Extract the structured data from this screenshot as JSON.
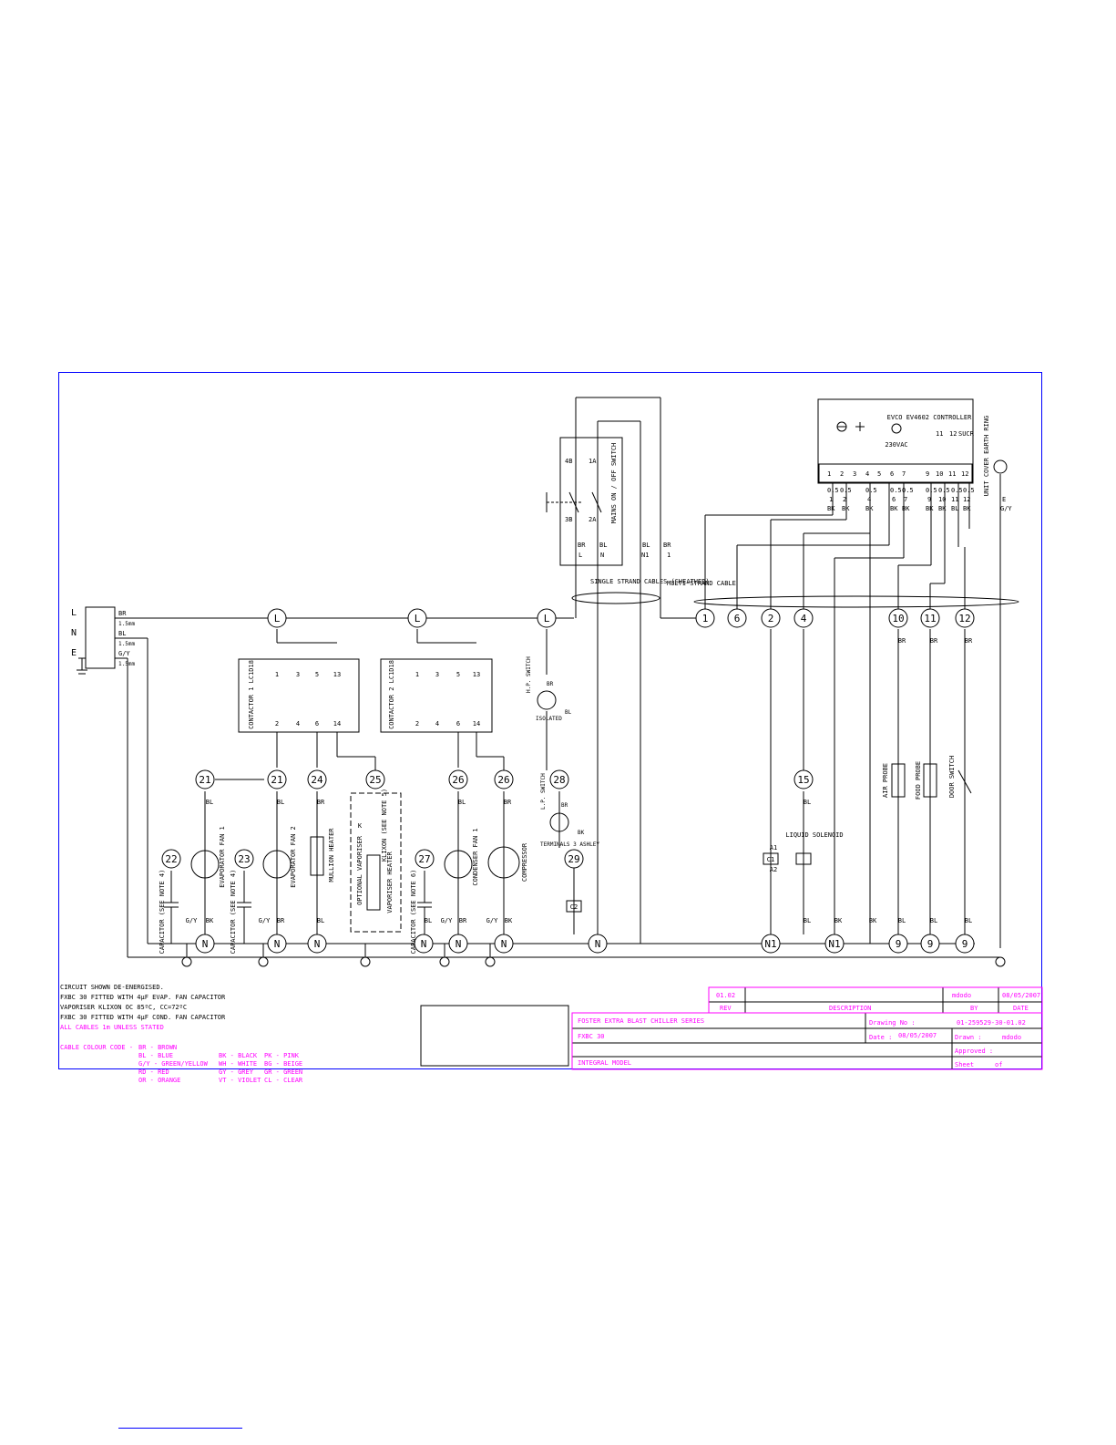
{
  "colors": {
    "wire": "#000000",
    "frame": "#0000ff",
    "note": "#ff00ff"
  },
  "supply": {
    "terminals": [
      "L",
      "N",
      "E"
    ],
    "wire_colors": [
      "BR",
      "BL",
      "G/Y"
    ],
    "sizes": [
      "1.5mm",
      "1.5mm",
      "1.5mm"
    ]
  },
  "mains_switch": {
    "label": "MAINS ON / OFF SWITCH",
    "terminals": [
      "4B",
      "1A",
      "3B",
      "2A"
    ],
    "wire_colors": [
      "BR",
      "BL",
      "BL",
      "BR"
    ],
    "tags": [
      "L",
      "N",
      "N1",
      "1"
    ]
  },
  "controller": {
    "title": "EVCO EV4602 CONTROLLER",
    "supply_label": "230VAC",
    "top_labels": [
      "11",
      "12",
      "SUCR"
    ],
    "terminals": [
      "1",
      "2",
      "3",
      "4",
      "5",
      "6",
      "7",
      "9",
      "10",
      "11",
      "12"
    ],
    "sizes": [
      "0.5",
      "0.5",
      "0.5",
      "0.5",
      "0.5",
      "0.5",
      "0.5",
      "0.5",
      "0.5"
    ],
    "tags": [
      "1",
      "2",
      "4",
      "6",
      "7",
      "9",
      "10",
      "11",
      "12"
    ],
    "colors": [
      "BK",
      "BK",
      "BK",
      "BK",
      "BK",
      "BK",
      "BK",
      "BL",
      "BK"
    ],
    "earth_label": "UNIT COVER EARTH RING",
    "earth_tag": "E",
    "earth_color": "G/Y"
  },
  "cables": {
    "single": "SINGLE STRAND CABLES (SHEATHED)",
    "multi": "MULTI-STRAND CABLE"
  },
  "top_nodes": [
    "L",
    "L",
    "L",
    "1",
    "6",
    "2",
    "4",
    "10",
    "11",
    "12"
  ],
  "contactor1": {
    "label": "CONTACTOR 1 LC1D18",
    "top": [
      "1",
      "3",
      "5",
      "13"
    ],
    "bottom": [
      "2",
      "4",
      "6",
      "14"
    ]
  },
  "contactor2": {
    "label": "CONTACTOR 2 LC1D18",
    "top": [
      "1",
      "3",
      "5",
      "13"
    ],
    "bottom": [
      "2",
      "4",
      "6",
      "14"
    ]
  },
  "hp_switch": {
    "label": "H.P. SWITCH",
    "note": "ISOLATED",
    "wire_colors": [
      "BR",
      "BL"
    ]
  },
  "lp_switch": {
    "label": "L.P. SWITCH",
    "note": "TERMINALS 3 ASHLEY",
    "wire_colors": [
      "BR",
      "BK"
    ]
  },
  "mid_nodes": [
    "21",
    "21",
    "24",
    "25",
    "26",
    "26",
    "28",
    "15"
  ],
  "components": {
    "evap_fan1": "EVAPORATOR FAN 1",
    "evap_fan2": "EVAPORATOR FAN 2",
    "mullion": "MULLION HEATER",
    "vaporiser": "OPTIONAL VAPORISER",
    "vaporiser_heater": "VAPORISER HEATER",
    "klixon": "KLIXON (SEE NOTE 5)",
    "cond_fan": "CONDENSER FAN 1",
    "compressor": "COMPRESSOR",
    "cap1": "CAPACITOR (SEE NOTE 4)",
    "cap2": "CAPACITOR (SEE NOTE 4)",
    "cap3": "CAPACITOR (SEE NOTE 6)",
    "liquid_solenoid": "LIQUID SOLENOID",
    "air_probe": "AIR PROBE",
    "food_probe": "FOOD PROBE",
    "door_switch": "DOOR SWITCH"
  },
  "coil_labels": {
    "c1": "C1",
    "c2": "C2",
    "a1": "A1",
    "a2": "A2",
    "k": "K"
  },
  "low_nodes": [
    "22",
    "23",
    "27",
    "29"
  ],
  "bottom_nodes": [
    "N",
    "N",
    "N",
    "N",
    "N",
    "N",
    "N",
    "N1",
    "N1",
    "9",
    "9",
    "9"
  ],
  "wire_tags": {
    "bl": "BL",
    "br": "BR",
    "bk": "BK",
    "gy": "G/Y"
  },
  "notes": [
    "CIRCUIT SHOWN DE-ENERGISED.",
    "FXBC 30 FITTED WITH 4µF EVAP. FAN CAPACITOR",
    "VAPORISER KLIXON OC 85ºC, CC=72ºC",
    "FXBC 30 FITTED WITH 4µF COND. FAN CAPACITOR",
    "ALL CABLES 1m UNLESS STATED"
  ],
  "color_code": {
    "title": "CABLE COLOUR CODE -",
    "col1": [
      "BR - BROWN",
      "BL - BLUE",
      "G/Y - GREEN/YELLOW",
      "RD - RED",
      "OR - ORANGE"
    ],
    "col2": [
      "BK - BLACK",
      "WH - WHITE",
      "GY - GREY",
      "VT - VIOLET"
    ],
    "col3": [
      "PK - PINK",
      "BG - BEIGE",
      "GR - GREEN",
      "CL - CLEAR"
    ]
  },
  "title_block": {
    "rev": "01.02",
    "rev_by": "mdodo",
    "rev_date": "08/05/2007",
    "hdr_rev": "REV",
    "hdr_desc": "DESCRIPTION",
    "hdr_by": "BY",
    "hdr_date": "DATE",
    "series": "FOSTER EXTRA BLAST CHILLER SERIES",
    "model": "FXBC 30",
    "variant": "INTEGRAL MODEL",
    "drawing_no_label": "Drawing No :",
    "drawing_no": "01-259529-30-01.02",
    "date_label": "Date :",
    "date": "08/05/2007",
    "drawn_label": "Drawn :",
    "drawn": "mdodo",
    "approved_label": "Approved :",
    "sheet_label": "Sheet",
    "of_label": "of"
  }
}
